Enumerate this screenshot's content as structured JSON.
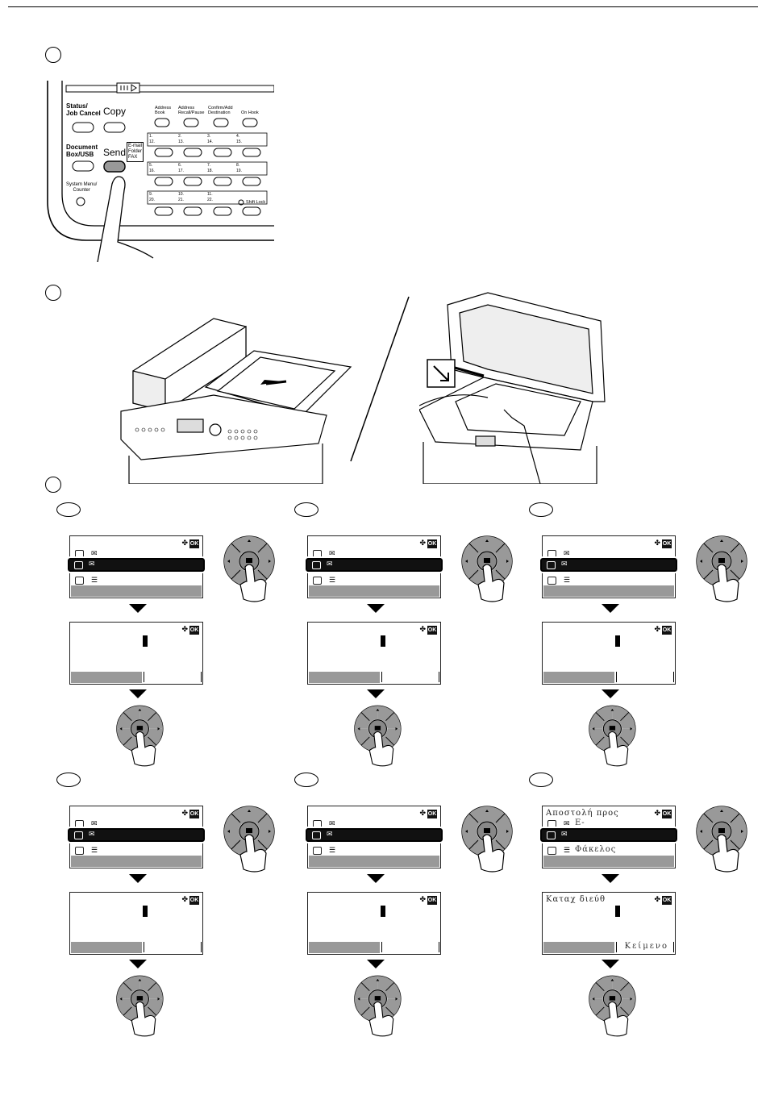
{
  "control_panel": {
    "status_label": "Status/\nJob Cancel",
    "copy_label": "Copy",
    "document_box_label": "Document\nBox/USB",
    "send_label": "Send",
    "send_sub_label": "E-mail\nFolder\nFAX",
    "system_menu_label": "System Menu/\nCounter",
    "top_keys": [
      "Address\nBook",
      "Address\nRecall/Pause",
      "Confirm/Add\nDestination",
      "On Hook"
    ],
    "one_touch_rows": [
      {
        "top": [
          "1.",
          "2.",
          "3.",
          "4."
        ],
        "bottom": [
          "12.",
          "13.",
          "14.",
          "15."
        ]
      },
      {
        "top": [
          "5.",
          "6.",
          "7.",
          "8."
        ],
        "bottom": [
          "16.",
          "17.",
          "18.",
          "19."
        ]
      },
      {
        "top": [
          "9.",
          "10.",
          "11.",
          ""
        ],
        "bottom": [
          "20.",
          "21.",
          "22.",
          ""
        ]
      }
    ],
    "shift_lock_label": "Shift Lock"
  },
  "screens": {
    "ok_label": "OK",
    "nav_glyph": "✤",
    "greek_screen": {
      "title": "Αποστολή προς",
      "row1": "Ε-μ",
      "row3": "Φάκελος",
      "entry_title": "Καταχ διεύθ",
      "soft_key": "Κείμενο"
    }
  },
  "icons": [
    "finger-press-icon",
    "arrow-key-icon",
    "ok-key-icon",
    "send-icon",
    "mail-icon",
    "folder-icon",
    "fax-icon"
  ]
}
